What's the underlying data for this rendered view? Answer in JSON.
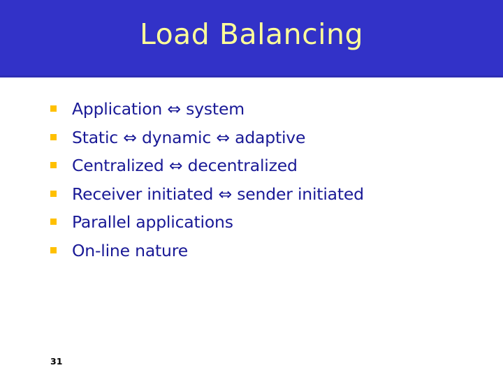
{
  "slide": {
    "title": "Load Balancing",
    "page_number": "31",
    "colors": {
      "banner": "#3232c8",
      "title_text": "#ffff99",
      "body_text": "#191996",
      "bullet_marker": "#ffc000",
      "background": "#ffffff",
      "page_number_text": "#000000"
    },
    "bullet_marker_icon": "filled-square-bullet",
    "arrow_icon": "left-right-double-arrow",
    "arrow_glyph": "⇔",
    "bullets": [
      {
        "id": "application-system",
        "parts": [
          "Application",
          "⇔",
          "system"
        ],
        "text": "Application ⇔ system"
      },
      {
        "id": "static-dynamic-adaptive",
        "parts": [
          "Static",
          "⇔",
          "dynamic",
          "⇔",
          "adaptive"
        ],
        "text": "Static ⇔ dynamic ⇔ adaptive"
      },
      {
        "id": "centralized-decentralized",
        "parts": [
          "Centralized",
          "⇔",
          "decentralized"
        ],
        "text": "Centralized ⇔ decentralized"
      },
      {
        "id": "receiver-sender-initiated",
        "parts": [
          "Receiver initiated",
          "⇔",
          "sender initiated"
        ],
        "text": "Receiver initiated ⇔ sender initiated"
      },
      {
        "id": "parallel-applications",
        "parts": [
          "Parallel applications"
        ],
        "text": "Parallel applications"
      },
      {
        "id": "on-line-nature",
        "parts": [
          "On-line nature"
        ],
        "text": "On-line nature"
      }
    ]
  }
}
